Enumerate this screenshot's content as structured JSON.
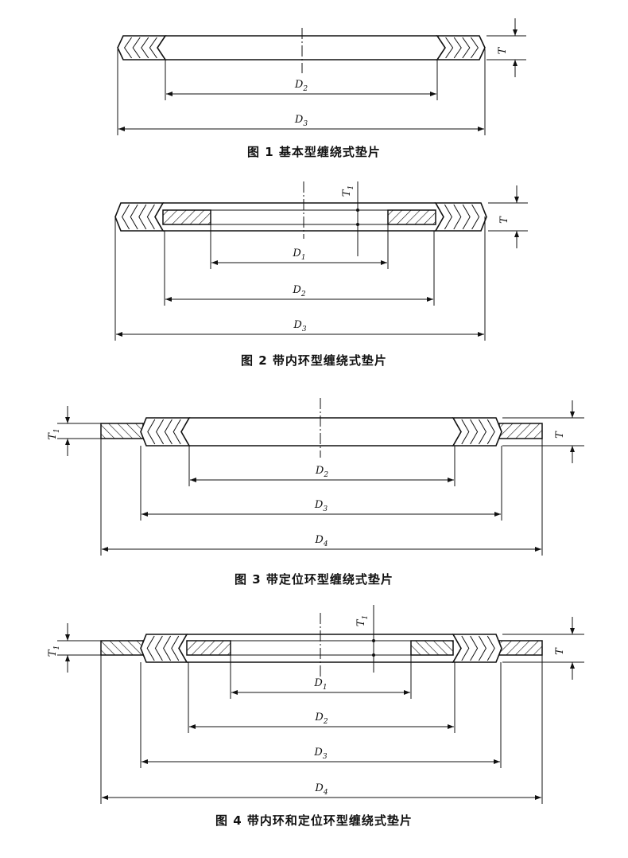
{
  "figures": [
    {
      "caption": "图 1   基本型缠绕式垫片",
      "dims": [
        {
          "main": "D",
          "sub": "2"
        },
        {
          "main": "D",
          "sub": "3"
        }
      ],
      "thickness": {
        "main": "T",
        "sub": ""
      }
    },
    {
      "caption": "图 2   带内环型缠绕式垫片",
      "dims": [
        {
          "main": "D",
          "sub": "1"
        },
        {
          "main": "D",
          "sub": "2"
        },
        {
          "main": "D",
          "sub": "3"
        }
      ],
      "thickness": {
        "main": "T",
        "sub": ""
      },
      "ring_thickness": {
        "main": "T",
        "sub": "1"
      }
    },
    {
      "caption": "图 3   带定位环型缠绕式垫片",
      "dims": [
        {
          "main": "D",
          "sub": "2"
        },
        {
          "main": "D",
          "sub": "3"
        },
        {
          "main": "D",
          "sub": "4"
        }
      ],
      "thickness": {
        "main": "T",
        "sub": ""
      },
      "ring_thickness": {
        "main": "T",
        "sub": "1"
      }
    },
    {
      "caption": "图 4   带内环和定位环型缠绕式垫片",
      "dims": [
        {
          "main": "D",
          "sub": "1"
        },
        {
          "main": "D",
          "sub": "2"
        },
        {
          "main": "D",
          "sub": "3"
        },
        {
          "main": "D",
          "sub": "4"
        }
      ],
      "thickness": {
        "main": "T",
        "sub": ""
      },
      "ring_thickness": {
        "main": "T",
        "sub": "1"
      },
      "inner_ring_thickness": {
        "main": "T",
        "sub": "1"
      }
    }
  ]
}
